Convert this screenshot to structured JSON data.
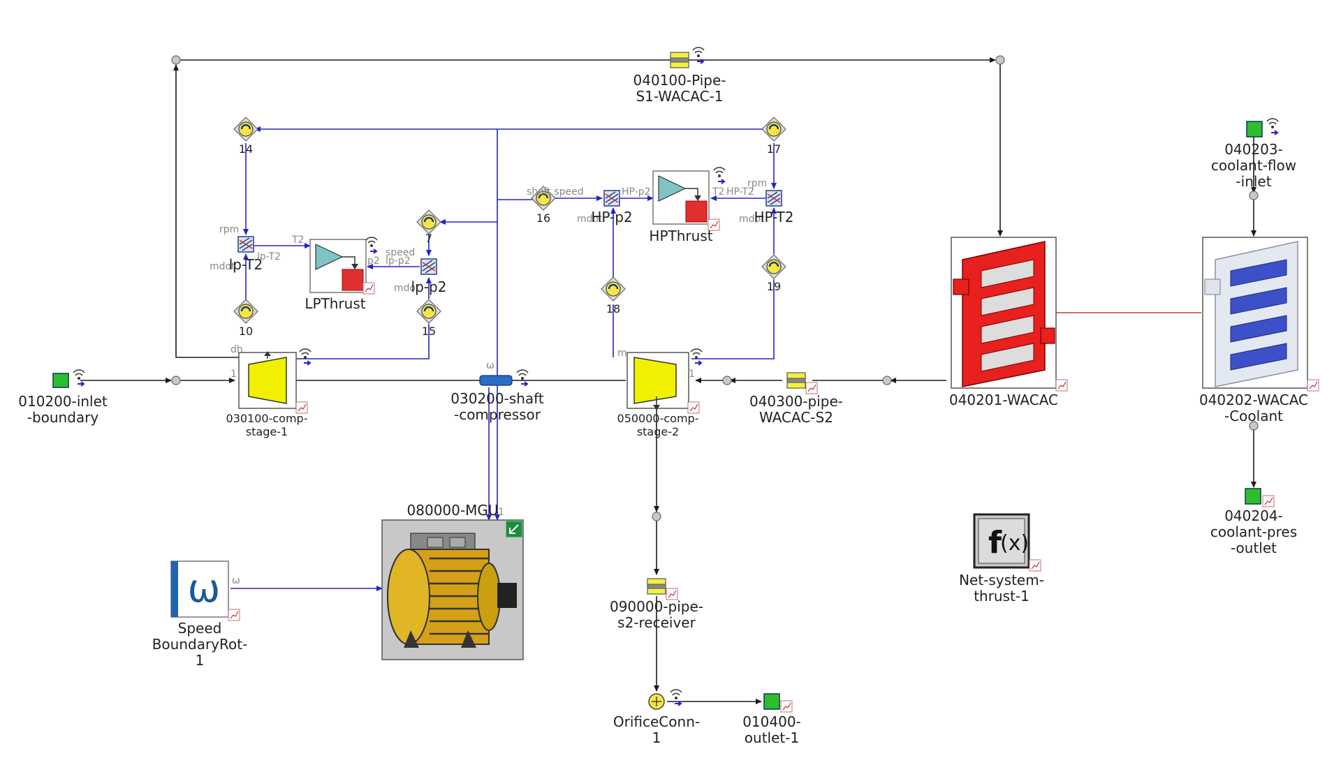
{
  "pipe_top": {
    "label1": "040100-Pipe-",
    "label2": "S1-WACAC-1"
  },
  "sensors": {
    "s14": "14",
    "s17": "17",
    "s16": "16",
    "s10": "10",
    "s15": "15",
    "s18": "18",
    "s19": "19",
    "s7": "7"
  },
  "ports": {
    "rpm1": "rpm",
    "mdot1": "mdot",
    "t2": "T2",
    "lpt2": "lp-T2",
    "speed1": "speed",
    "p2": "p2",
    "lpp2": "lp-p2",
    "mdot2": "mdot",
    "shaft_speed": "shaft speed",
    "hpp2_port": "HP-p2",
    "mdot3": "mdot",
    "t2b": "T2",
    "hpt2_port": "HP-T2",
    "rpm2": "rpm",
    "mdot4": "mdot",
    "omega_port": "ω",
    "omega_port2": "ω",
    "dh": "dh",
    "m": "m",
    "one": "1",
    "one2": "1",
    "one3": "1"
  },
  "lp_block": {
    "in1": "lp-T2",
    "in2": "lp-p2",
    "label": "LPThrust"
  },
  "hp_block": {
    "in1": "HP-p2",
    "in2": "HP-T2",
    "label": "HPThrust"
  },
  "inlet": {
    "label1": "010200-inlet",
    "label2": "-boundary"
  },
  "comp1": {
    "label1": "030100-comp-",
    "label2": "stage-1"
  },
  "shaft": {
    "label1": "030200-shaft",
    "label2": "-compressor"
  },
  "comp2": {
    "label1": "050000-comp-",
    "label2": "stage-2"
  },
  "pipe_s2": {
    "label1": "040300-pipe-",
    "label2": "WACAC-S2"
  },
  "wacac": {
    "label": "040201-WACAC"
  },
  "coolant_flow": {
    "label1": "040203-",
    "label2": "coolant-flow",
    "label3": "-inlet"
  },
  "coolant_hx": {
    "label1": "040202-WACAC",
    "label2": "-Coolant"
  },
  "coolant_out": {
    "label1": "040204-",
    "label2": "coolant-pres",
    "label3": "-outlet"
  },
  "motor": {
    "label": "080000-MGU"
  },
  "speed": {
    "symbol": "ω",
    "label1": "Speed",
    "label2": "BoundaryRot-",
    "label3": "1"
  },
  "receiver": {
    "label1": "090000-pipe-",
    "label2": "s2-receiver"
  },
  "orifice": {
    "label1": "OrificeConn-",
    "label2": "1"
  },
  "outlet": {
    "label1": "010400-",
    "label2": "outlet-1"
  },
  "fx": {
    "symbol": "f",
    "args": "(x)",
    "label1": "Net-system-",
    "label2": "thrust-1"
  },
  "colors": {
    "signal": "#2323c8",
    "flow": "#1a1a1a",
    "thermal": "#c83c3c",
    "boundary": "#2dbe2d",
    "compressor": "#f0f000",
    "motor": "#d4a017"
  }
}
